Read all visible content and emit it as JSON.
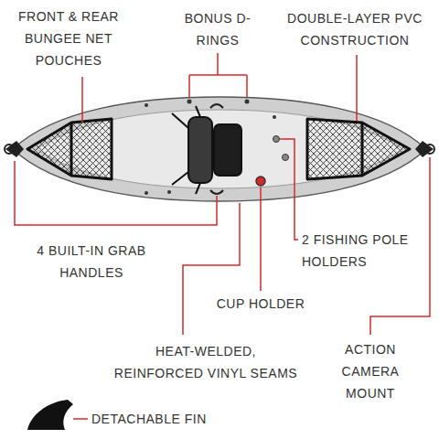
{
  "diagram": {
    "labels": [
      "FRONT & REAR BUNGEE NET POUCHES",
      "BONUS D-RINGS",
      "DOUBLE-LAYER PVC CONSTRUCTION",
      "4 BUILT-IN GRAB HANDLES",
      "2 FISHING POLE HOLDERS",
      "CUP HOLDER",
      "HEAT-WELDED, REINFORCED VINYL SEAMS",
      "ACTION CAMERA MOUNT",
      "DETACHABLE FIN"
    ]
  }
}
